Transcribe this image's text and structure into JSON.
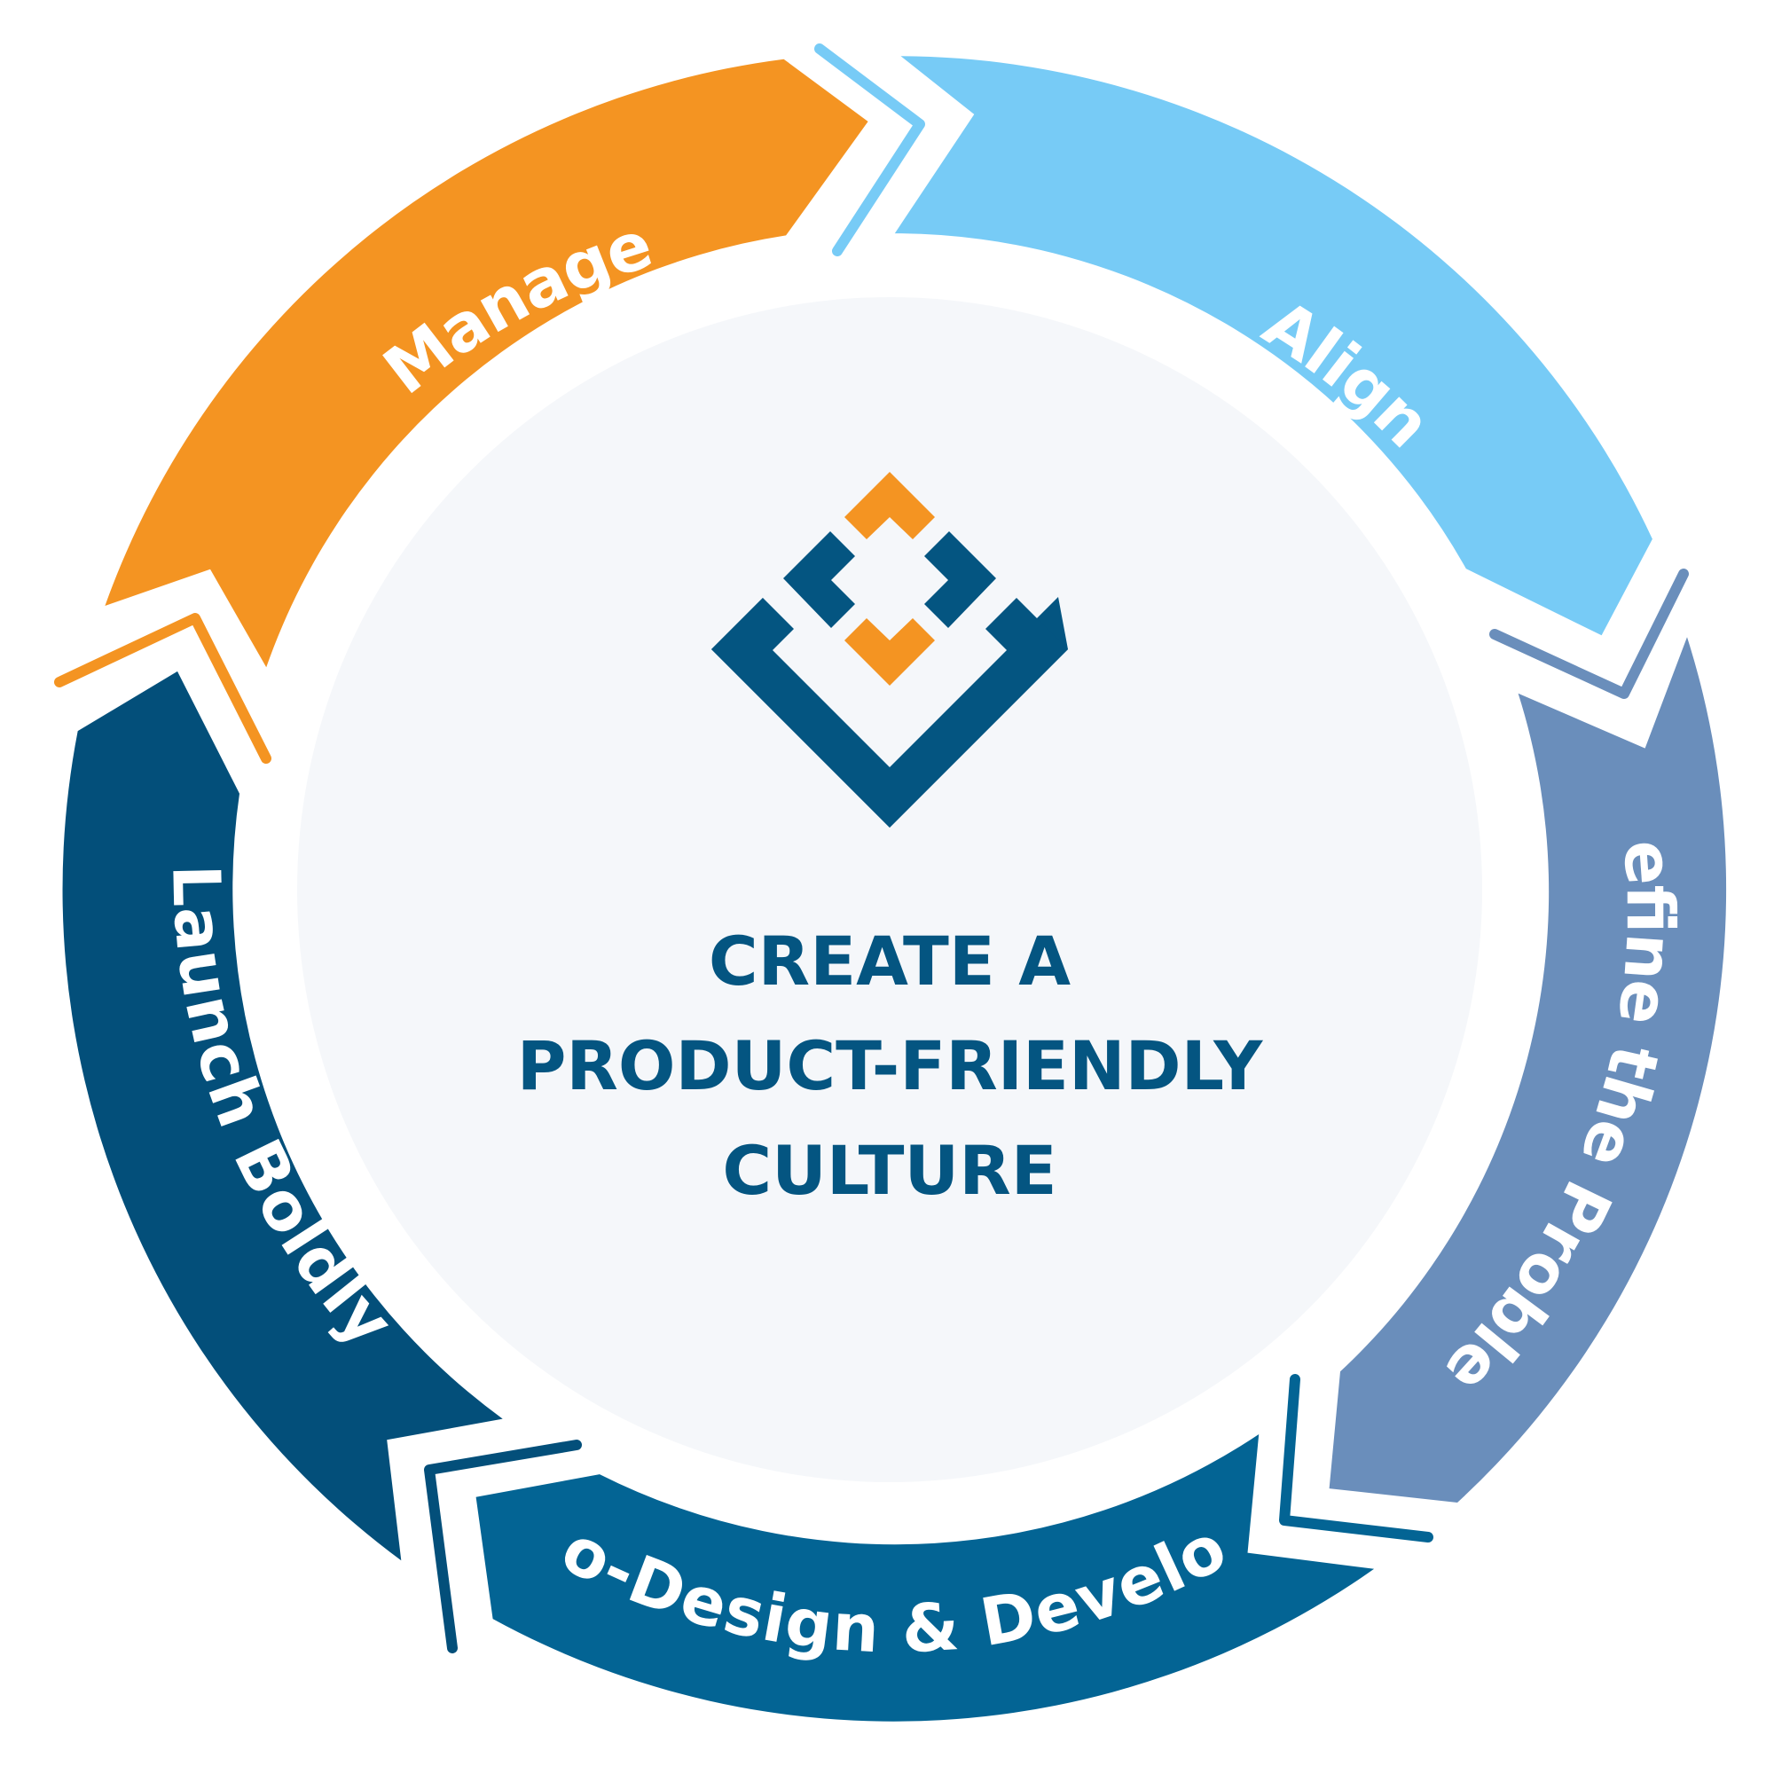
{
  "title": {
    "lines": [
      "CREATE A",
      "PRODUCT-FRIENDLY",
      "CULTURE"
    ]
  },
  "stages": [
    {
      "label": "Align"
    },
    {
      "label": "Define the Problem"
    },
    {
      "label": "Co-Design & Develop"
    },
    {
      "label": "Launch Boldly"
    },
    {
      "label": "Manage"
    }
  ],
  "colors": {
    "align": "#77CBF6",
    "define": "#6A8EBB",
    "codesign": "#036494",
    "launch": "#034F7A",
    "manage": "#F49422",
    "title": "#045581",
    "logo_navy": "#045581",
    "logo_orange": "#F49422",
    "center_fill": "#F5F7FA"
  },
  "logo": {
    "icon": "brand-diamond-logo"
  }
}
